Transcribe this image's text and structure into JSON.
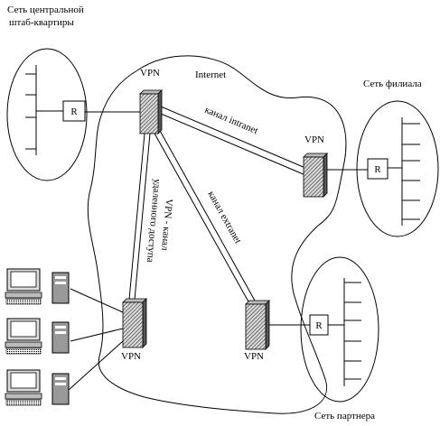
{
  "labels": {
    "hq_line1": "Сеть центральной",
    "hq_line2": "штаб-квартиры",
    "branch": "Сеть филиала",
    "partner": "Сеть партнера",
    "internet": "Internet",
    "vpn": "VPN",
    "router": "R",
    "channel_intranet": "канал intranet",
    "channel_extranet": "канал extranet",
    "channel_remote_1": "VPN - канал",
    "channel_remote_2": "удаленного доступа"
  },
  "icons": {
    "vpn_device": "vpn-gateway-icon",
    "router": "router-icon",
    "workstation": "workstation-icon"
  }
}
